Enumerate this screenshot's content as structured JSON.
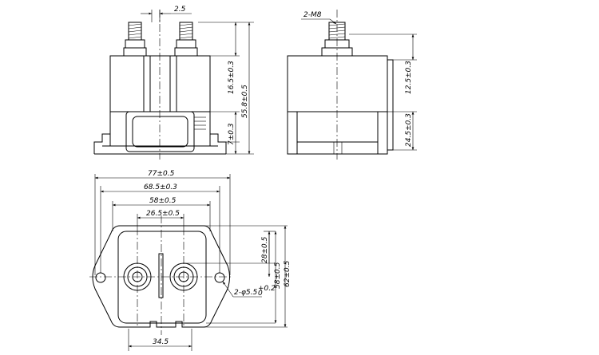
{
  "dimensions": {
    "front_terminal_gap": "2.5",
    "front_top_height": "16.5±0.3",
    "front_total_height": "55.8±0.5",
    "front_base_height": "7±0.3",
    "side_thread": "2-M8",
    "side_top_height": "12.5±0.3",
    "side_lower_height": "24.5±0.3",
    "plan_overall_width": "77±0.5",
    "plan_body_width": "68.5±0.3",
    "plan_terminal_pitch_outer": "58±0.5",
    "plan_terminal_pitch_inner": "26.5±0.5",
    "plan_hole_height": "28±0.5",
    "plan_body_height": "58±0.5",
    "plan_overall_height": "62±0.5",
    "plan_mount_holes": "2-φ5.5",
    "plan_mount_holes_tol_upper": "+0.2",
    "plan_mount_holes_tol_lower": "0",
    "plan_bottom_width": "34.5"
  }
}
